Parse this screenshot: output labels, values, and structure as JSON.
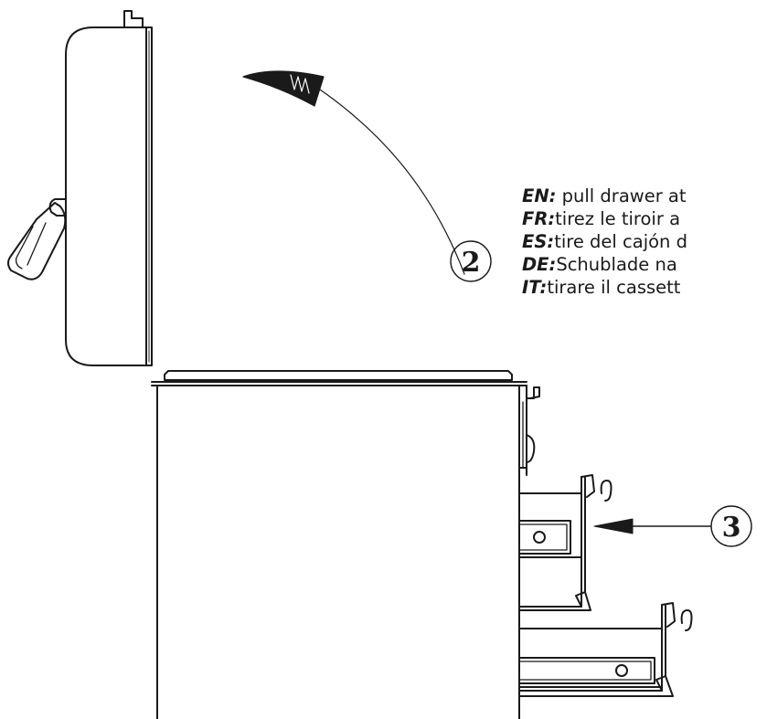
{
  "instructions": [
    {
      "code": "EN",
      "text": " pull drawer at"
    },
    {
      "code": "FR",
      "text": "tirez le tiroir a"
    },
    {
      "code": "ES",
      "text": "tire del cajón d"
    },
    {
      "code": "DE",
      "text": "Schublade na"
    },
    {
      "code": "IT",
      "text": "tirare il cassett"
    }
  ],
  "steps": {
    "lid_step": "2",
    "drawer_step": "3"
  },
  "colors": {
    "stroke": "#1a1a1a",
    "background": "#ffffff"
  }
}
